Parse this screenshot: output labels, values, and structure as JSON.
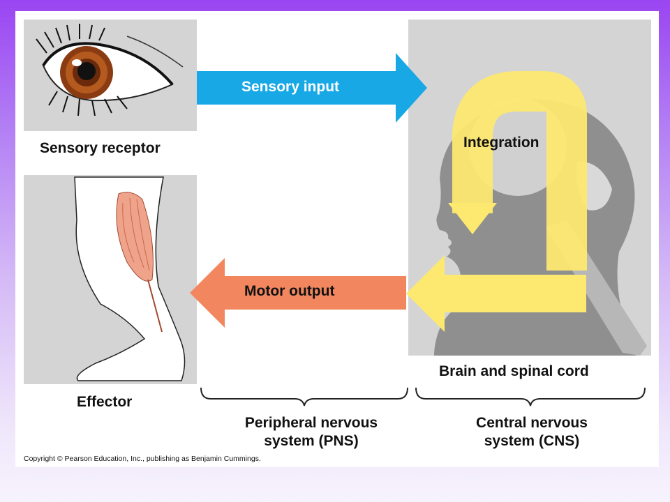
{
  "labels": {
    "sensory_receptor": "Sensory receptor",
    "effector": "Effector",
    "sensory_input": "Sensory input",
    "motor_output": "Motor output",
    "integration": "Integration",
    "brain_spinal_cord": "Brain and spinal cord",
    "pns_line1": "Peripheral nervous",
    "pns_line2": "system (PNS)",
    "cns_line1": "Central nervous",
    "cns_line2": "system (CNS)",
    "copyright": "Copyright © Pearson Education, Inc., publishing as Benjamin Cummings."
  },
  "colors": {
    "sensory_arrow": "#18a8e6",
    "motor_arrow": "#f2875f",
    "integration_loop": "#fde870",
    "panel_gray": "#d4d4d4",
    "silhouette_gray": "#8f8f8f"
  },
  "icons": {
    "eye": "eye-icon",
    "leg": "leg-muscle-icon",
    "head": "head-silhouette-icon"
  }
}
